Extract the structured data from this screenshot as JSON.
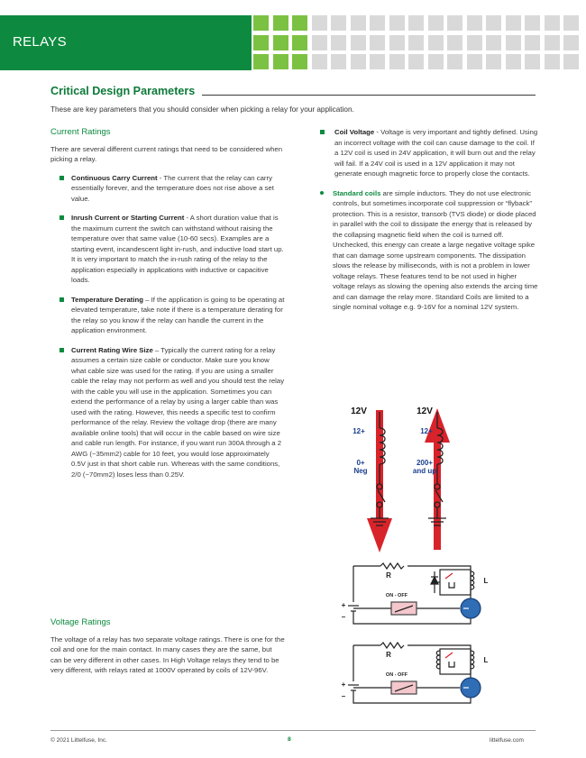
{
  "header": {
    "title": "RELAYS"
  },
  "section": {
    "title": "Critical Design Parameters",
    "intro": "These are key parameters that you should consider when picking a relay for your application."
  },
  "current": {
    "heading": "Current Ratings",
    "intro": "There are several different current ratings that need to be considered when picking a relay.",
    "items": [
      {
        "term": "Continuous Carry Current",
        "text": " - The current that the relay can carry essentially forever, and the temperature does not rise above a set value."
      },
      {
        "term": "Inrush Current or Starting Current",
        "text": " - A short duration value that is the maximum current the switch can withstand without raising the temperature over that same value (10-60 secs). Examples are a starting event, incandescent light in-rush, and inductive load start up. It is very important to match the in-rush rating of the relay to the application especially in applications with inductive or capacitive loads."
      },
      {
        "term": "Temperature Derating",
        "text": " – If the application is going to be operating at elevated temperature, take note if there is a temperature derating for the relay so you know if the relay can handle the current in the application environment."
      },
      {
        "term": "Current Rating Wire Size",
        "text": " – Typically the current rating for a relay assumes a certain size cable or conductor. Make sure you know what cable size was used for the rating. If you are using a smaller cable the relay may not perform as well and you should test the relay with the cable you will use in the application. Sometimes you can extend the performance of a relay by using a larger cable than was used with the rating. However, this needs a specific test to confirm performance of the relay. Review the voltage drop (there are many available online tools) that will occur in the cable based on wire size and cable run length. For instance, if you want run 300A through a 2 AWG (~35mm2) cable for 10 feet, you would lose approximately 0.5V just in that short cable run. Whereas with the same conditions, 2/0 (~70mm2) loses less than 0.25V."
      }
    ]
  },
  "voltage": {
    "heading": "Voltage Ratings",
    "text": "The voltage of a relay has two separate voltage ratings. There is one for the coil and one for the main contact. In many cases they are the same, but can be very different in other cases. In High Voltage relays they tend to be very different, with relays rated at 1000V operated by coils of 12V-96V."
  },
  "coil": {
    "term": "Coil Voltage",
    "text": " - Voltage is very important and tightly defined. Using an incorrect voltage with the coil can cause damage to the coil. If a 12V coil is used in 24V application, it will burn out and the relay will fail. If a 24V coil is used in a 12V application it may not generate enough magnetic force to properly close the contacts.",
    "standard_term": "Standard coils",
    "standard_text": " are simple inductors. They do not use electronic controls, but sometimes incorporate coil suppression or “flyback” protection. This is a resistor, transorb (TVS diode) or diode placed in parallel with the coil to dissipate the energy that is released by the collapsing magnetic field when the coil is turned off. Unchecked, this energy can create a large negative voltage spike that can damage some upstream components. The dissipation slows the release by milliseconds, with is not a problem in lower voltage relays. These features tend to be not used in higher voltage relays as slowing the opening also extends the arcing time and can damage the relay more.  Standard Coils are limited to a single nominal voltage e.g. 9-16V for a nominal 12V system."
  },
  "diagram1": {
    "left": {
      "top": "12V",
      "upper": "12+",
      "lower1": "0+",
      "lower2": "Neg"
    },
    "right": {
      "top": "12V",
      "upper": "12+",
      "lower1": "200+",
      "lower2": "and up"
    }
  },
  "circuits": {
    "r_label": "R",
    "l_label": "L",
    "switch_label": "ON - OFF",
    "plus": "+",
    "minus": "–"
  },
  "footer": {
    "copyright": "© 2021 Littelfuse, Inc.",
    "page": "8",
    "site": "littelfuse.com"
  },
  "colors": {
    "brand_green": "#0d8a3f",
    "light_green": "#7cc242",
    "grey_square": "#d9d9d9",
    "arrow_red": "#d8232a"
  }
}
